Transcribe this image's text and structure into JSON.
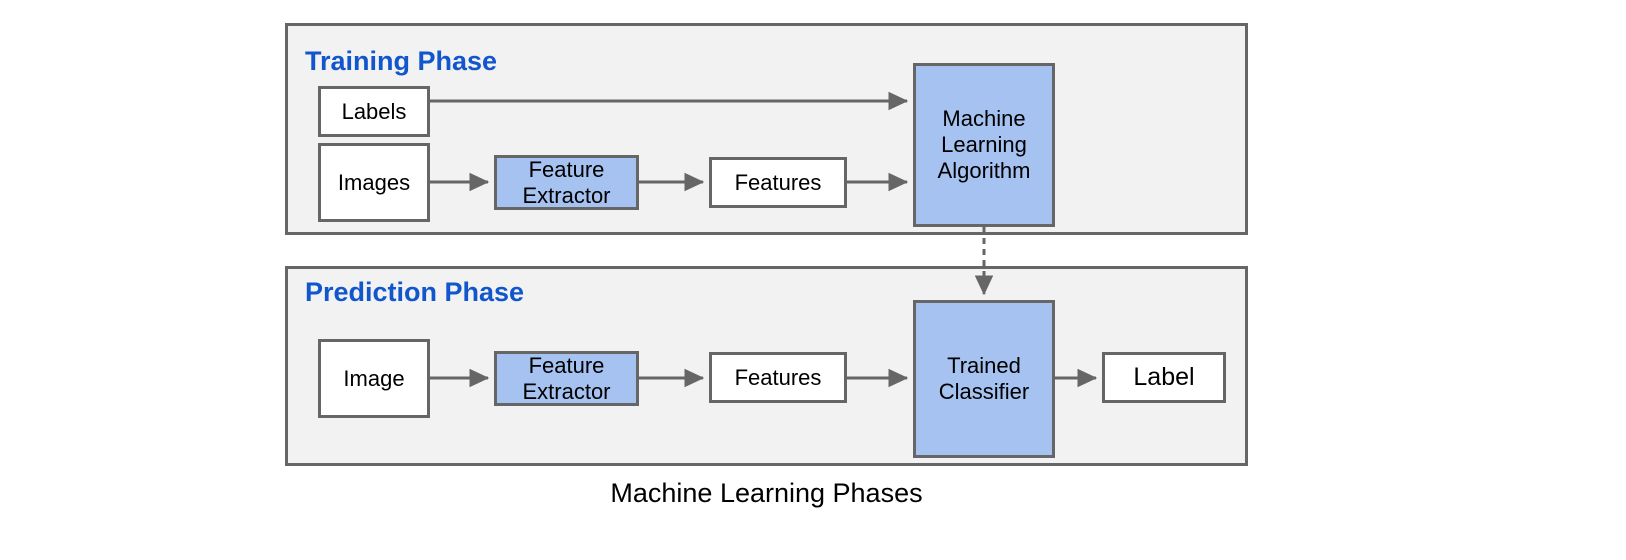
{
  "diagram": {
    "caption": "Machine Learning Phases",
    "colors": {
      "panel_fill": "#f2f2f2",
      "panel_stroke": "#666666",
      "node_fill": "#ffffff",
      "highlight_fill": "#a5c2f0",
      "title_blue": "#1156cc",
      "arrow": "#666666",
      "text": "#000000",
      "background": "#ffffff"
    },
    "phases": [
      {
        "id": "training",
        "title": "Training Phase",
        "nodes": [
          {
            "id": "labels",
            "label": "Labels",
            "style": "white"
          },
          {
            "id": "images",
            "label": "Images",
            "style": "white"
          },
          {
            "id": "feature-extractor-train",
            "label": "Feature\nExtractor",
            "style": "blue"
          },
          {
            "id": "features-train",
            "label": "Features",
            "style": "white"
          },
          {
            "id": "ml-algorithm",
            "label": "Machine\nLearning\nAlgorithm",
            "style": "blue"
          }
        ],
        "edges": [
          {
            "from": "labels",
            "to": "ml-algorithm",
            "type": "solid"
          },
          {
            "from": "images",
            "to": "feature-extractor-train",
            "type": "solid"
          },
          {
            "from": "feature-extractor-train",
            "to": "features-train",
            "type": "solid"
          },
          {
            "from": "features-train",
            "to": "ml-algorithm",
            "type": "solid"
          }
        ]
      },
      {
        "id": "prediction",
        "title": "Prediction Phase",
        "nodes": [
          {
            "id": "image",
            "label": "Image",
            "style": "white"
          },
          {
            "id": "feature-extractor-predict",
            "label": "Feature\nExtractor",
            "style": "blue"
          },
          {
            "id": "features-predict",
            "label": "Features",
            "style": "white"
          },
          {
            "id": "trained-classifier",
            "label": "Trained\nClassifier",
            "style": "blue"
          },
          {
            "id": "label-out",
            "label": "Label",
            "style": "white"
          }
        ],
        "edges": [
          {
            "from": "image",
            "to": "feature-extractor-predict",
            "type": "solid"
          },
          {
            "from": "feature-extractor-predict",
            "to": "features-predict",
            "type": "solid"
          },
          {
            "from": "features-predict",
            "to": "trained-classifier",
            "type": "solid"
          },
          {
            "from": "trained-classifier",
            "to": "label-out",
            "type": "solid"
          }
        ]
      }
    ],
    "cross_phase_edges": [
      {
        "from": "ml-algorithm",
        "to": "trained-classifier",
        "type": "dashed"
      }
    ]
  }
}
